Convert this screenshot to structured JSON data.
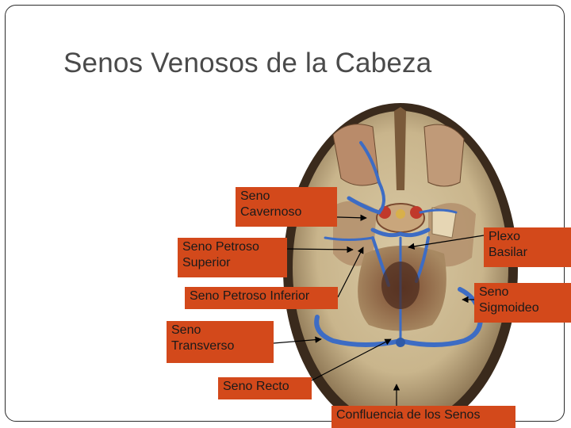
{
  "slide": {
    "title": "Senos Venosos de la Cabeza"
  },
  "colors": {
    "label_background": "#d3491b",
    "vein_blue": "#3d6cc4",
    "bone": "#cdbb95",
    "dura_dark": "#6b3c24"
  },
  "image": {
    "subject": "skull-base-anatomy-image"
  },
  "labels": [
    {
      "id": "seno-cavernoso",
      "text": "Seno\nCavernoso"
    },
    {
      "id": "seno-petroso-superior",
      "text": "Seno Petroso\nSuperior"
    },
    {
      "id": "plexo-basilar",
      "text": "Plexo\nBasilar"
    },
    {
      "id": "seno-petroso-inferior",
      "text": "Seno Petroso Inferior"
    },
    {
      "id": "seno-sigmoideo",
      "text": "Seno\nSigmoideo"
    },
    {
      "id": "seno-transverso",
      "text": "Seno\nTransverso"
    },
    {
      "id": "seno-recto",
      "text": "Seno Recto"
    },
    {
      "id": "confluencia-de-los-senos",
      "text": "Confluencia de los Senos"
    }
  ]
}
